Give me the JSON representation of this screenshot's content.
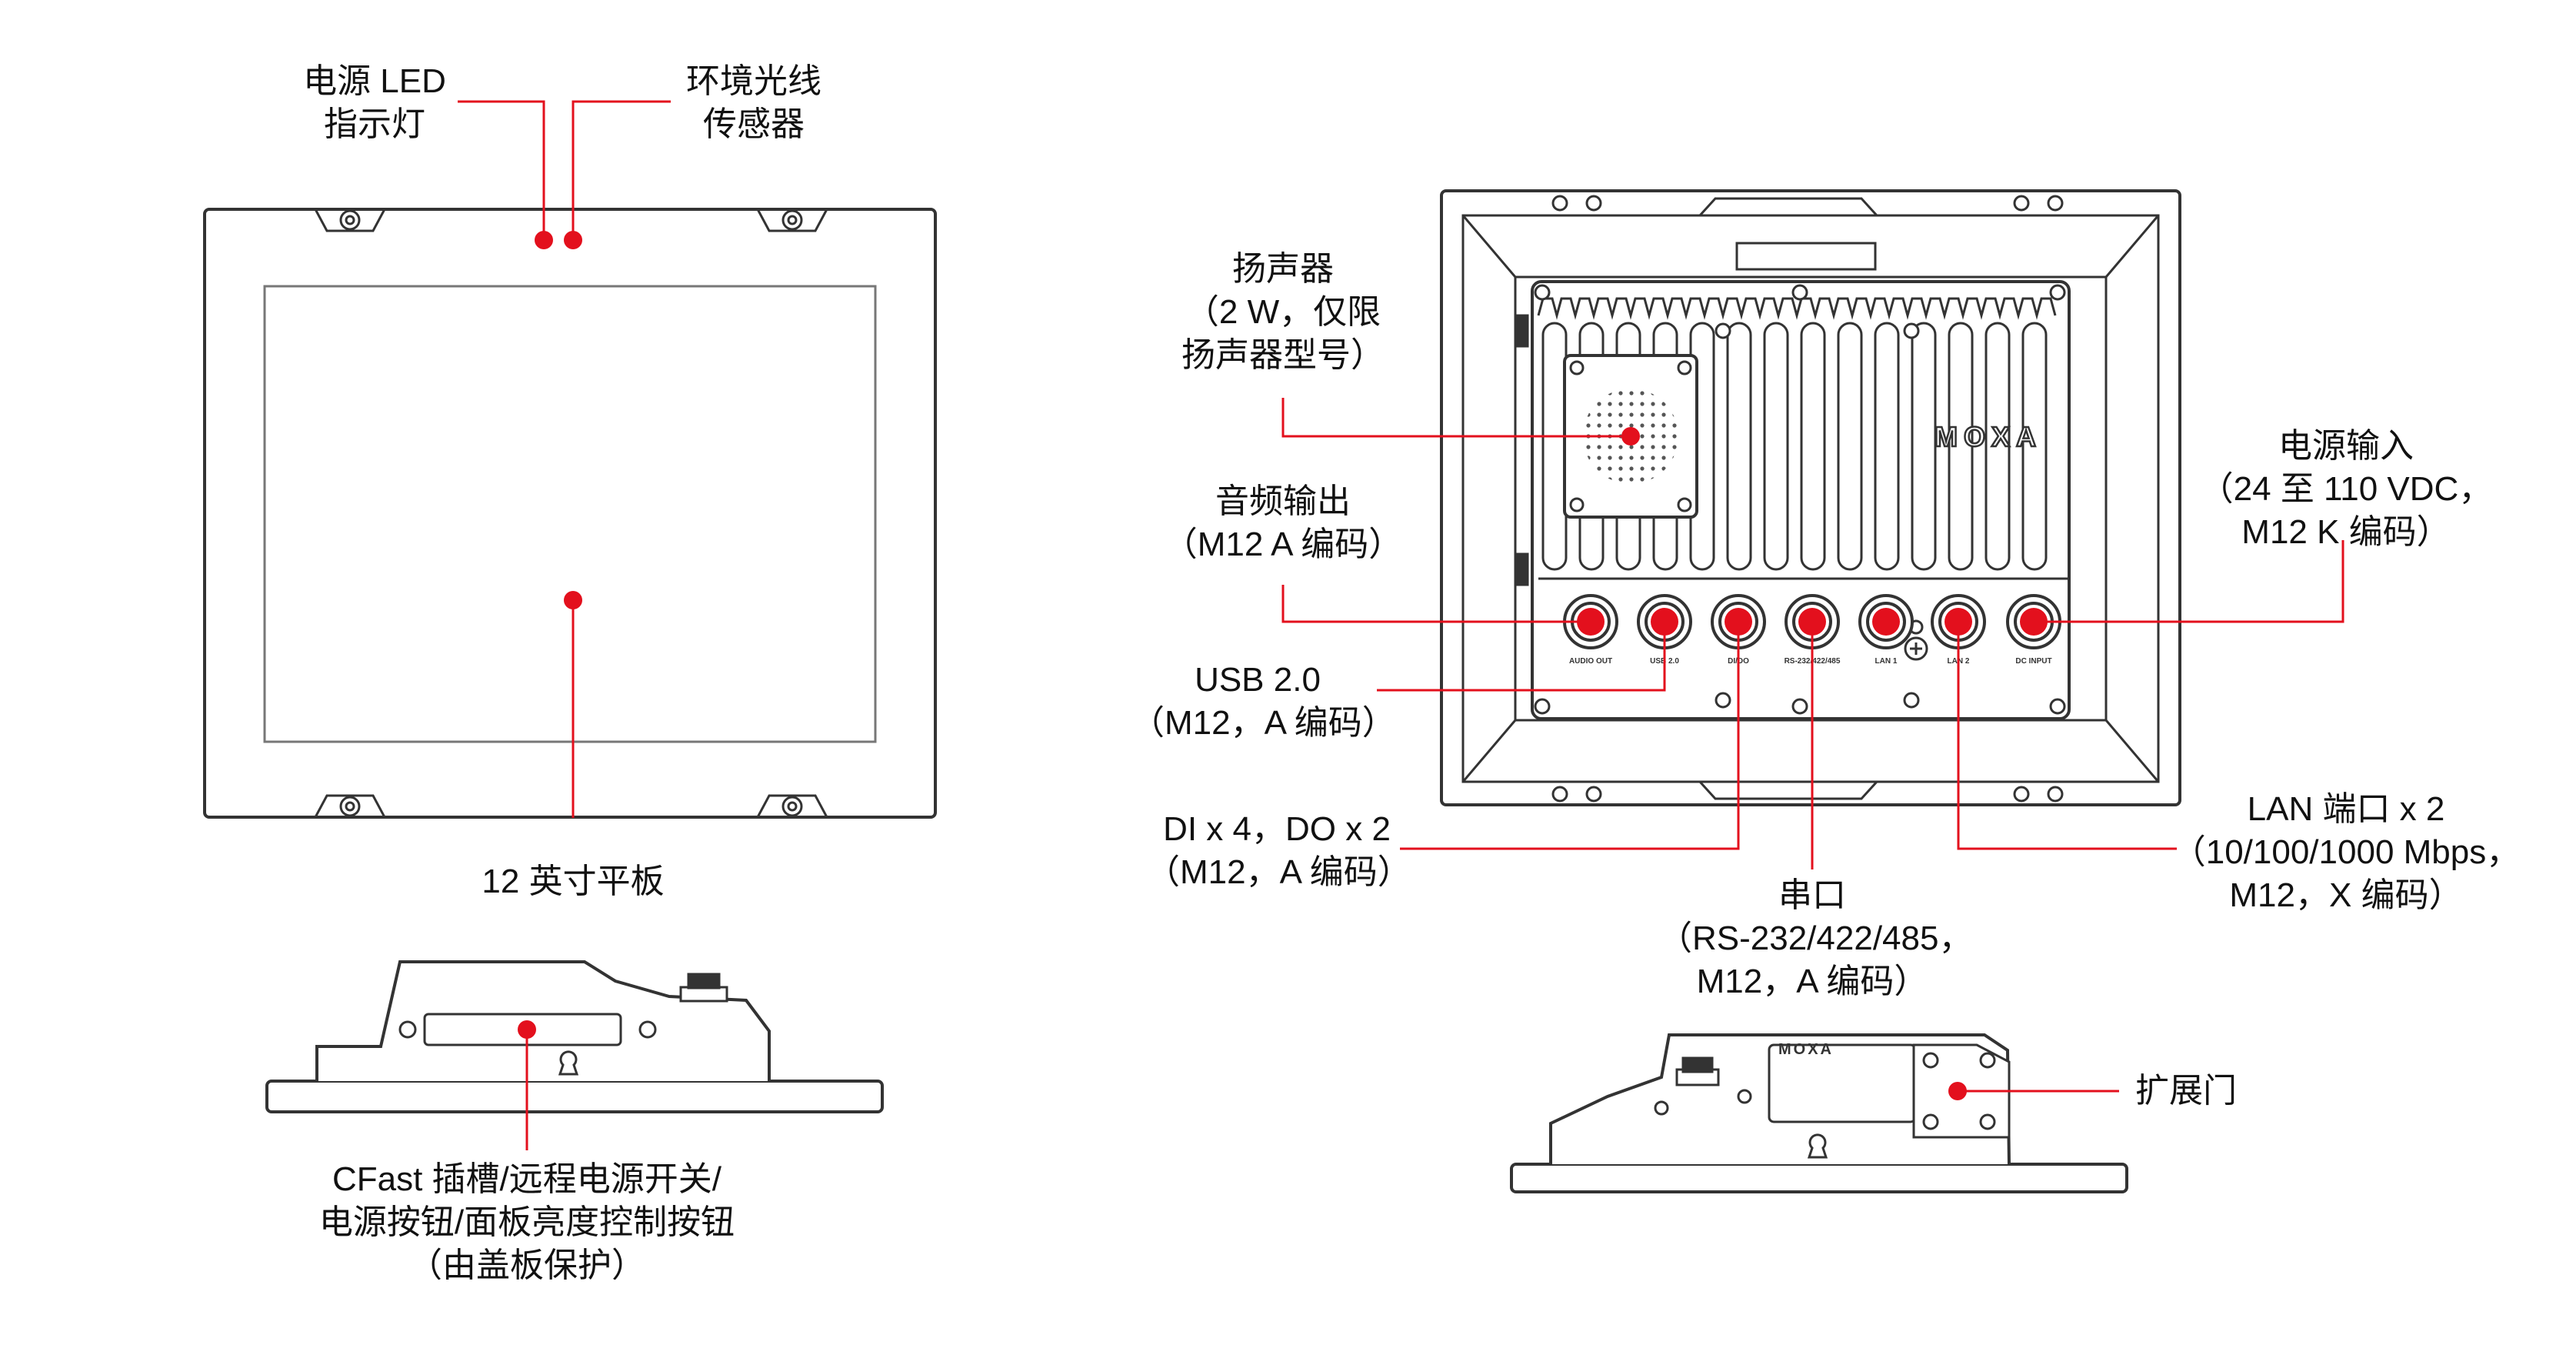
{
  "colors": {
    "accent": "#e3101d",
    "line": "#333333",
    "fill": "#ffffff",
    "faint": "#888888"
  },
  "labels": {
    "power_led": [
      "电源 LED",
      "指示灯"
    ],
    "ambient_sensor": [
      "环境光线",
      "传感器"
    ],
    "panel_size": [
      "12 英寸平板"
    ],
    "cfast": [
      "CFast 插槽/远程电源开关/",
      "电源按钮/面板亮度控制按钮",
      "（由盖板保护）"
    ],
    "speaker": [
      "扬声器",
      "（2 W，仅限",
      "扬声器型号）"
    ],
    "audio_out": [
      "音频输出",
      "（M12 A 编码）"
    ],
    "usb": [
      "USB 2.0",
      "（M12，A 编码）"
    ],
    "dio": [
      "DI x 4，DO x 2",
      "（M12，A 编码）"
    ],
    "serial": [
      "串口",
      "（RS-232/422/485，",
      "M12，A 编码）"
    ],
    "lan": [
      "LAN 端口 x 2",
      "（10/100/1000 Mbps，",
      "M12，X 编码）"
    ],
    "power_input": [
      "电源输入",
      "（24 至 110 VDC，",
      "M12 K 编码）"
    ],
    "expansion_door": [
      "扩展门"
    ]
  },
  "device_text": {
    "brand": "MOXA",
    "ports": [
      "AUDIO OUT",
      "USB 2.0",
      "DI/DO",
      "RS-232/422/485",
      "LAN 1",
      "LAN 2",
      "DC INPUT"
    ]
  }
}
